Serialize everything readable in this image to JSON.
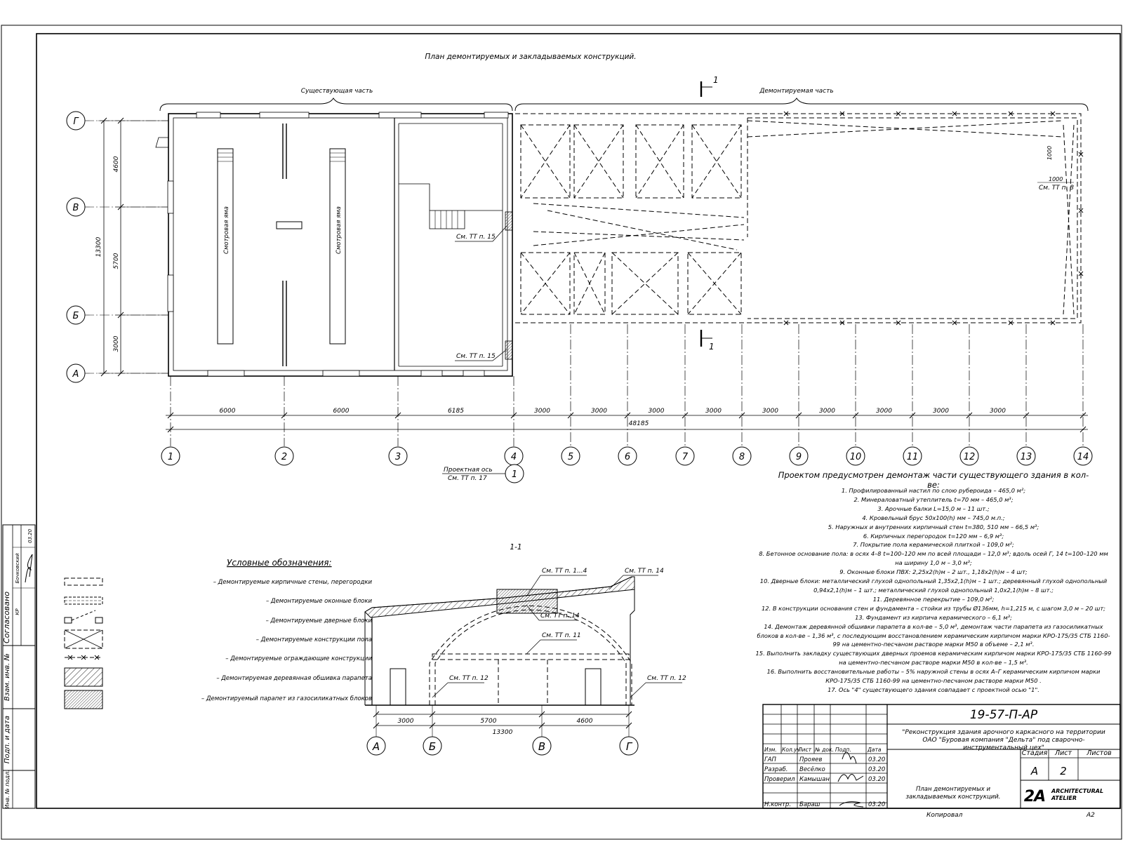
{
  "plan": {
    "title": "План демонтируемых и закладываемых конструкций.",
    "existing_part": "Существующая часть",
    "demolished_part": "Демонтируемая часть",
    "pit": "Смотровая яма",
    "section_mark": "1",
    "axes_letters": [
      "Г",
      "В",
      "Б",
      "А"
    ],
    "axes_numbers": [
      "1",
      "2",
      "3",
      "4",
      "5",
      "6",
      "7",
      "8",
      "9",
      "10",
      "11",
      "12",
      "13",
      "14"
    ],
    "dims_vertical": {
      "total": "13300",
      "d1": "4600",
      "d2": "5700",
      "d3": "3000"
    },
    "dims_horizontal": [
      "6000",
      "6000",
      "6185",
      "3000",
      "3000",
      "3000",
      "3000",
      "3000",
      "3000",
      "3000",
      "3000",
      "3000"
    ],
    "dim_total": "48185",
    "refs": {
      "tt15a": "См. ТТ п. 15",
      "tt15b": "См. ТТ п. 15",
      "tt8_dim": "1000",
      "tt8_dim2": "1000",
      "tt8": "См. ТТ п. 8"
    },
    "project_axis": {
      "line1": "Проектная ось",
      "line2": "См. ТТ п. 17",
      "mark": "1"
    }
  },
  "legend": {
    "title": "Условные обозначения:",
    "items": [
      "– Демонтируемые кирпичные стены, перегородки",
      "– Демонтируемые оконные блоки",
      "– Демонтируемые дверные блоки",
      "– Демонтируемые конструкции пола",
      "– Демонтируемые ограждающие конструкции",
      "– Демонтируемая деревянная обшивка парапета",
      "– Демонтируемый парапет из газосиликатных блоков"
    ]
  },
  "section": {
    "title": "1-1",
    "refs": {
      "r1": "См. ТТ п. 1...4",
      "r14a": "См. ТТ п. 14",
      "r14b": "См. ТТ п. 14",
      "r11": "См. ТТ п. 11",
      "r12a": "См. ТТ п. 12",
      "r12b": "См. ТТ п. 12"
    },
    "dims": [
      "3000",
      "5700",
      "4600"
    ],
    "dim_total": "13300",
    "axes": [
      "А",
      "Б",
      "В",
      "Г"
    ]
  },
  "notes": {
    "title": "Проектом предусмотрен демонтаж части существующего здания в кол-ве:",
    "items": [
      "1. Профилированный настил по слою рубероида – 465,0 м²;",
      "2. Минераловатный утеплитель t=70 мм – 465,0 м³;",
      "3. Арочные балки L=15,0 м – 11 шт.;",
      "4. Кровельный брус 50х100(h) мм – 745,0 м.п.;",
      "5. Наружных и внутренних кирпичный стен t=380, 510 мм – 66,5 м³;",
      "6. Кирпичных перегородок t=120 мм – 6,9 м³;",
      "7. Покрытие пола керамической плиткой – 109,0 м²;",
      "8. Бетонное основание пола: в осях 4–8 t=100–120 мм по всей площади – 12,0 м³; вдоль осей Г, 14 t=100–120 мм на ширину 1,0 м – 3,0 м³;",
      "9. Оконные блоки ПВХ: 2,25х2(h)м – 2 шт., 1,18х2(h)м – 4 шт;",
      "10. Дверные блоки: металлический глухой однопольный 1,35х2,1(h)м – 1 шт.; деревянный глухой однопольный 0,94х2,1(h)м – 1 шт.; металлический глухой однопольный 1,0х2,1(h)м – 8 шт.;",
      "11. Деревянное перекрытие – 109,0 м²;",
      "12. В конструкции основания стен и фундамента – стойки из трубы Ø136мм, h=1,215 м, с шагом 3,0 м – 20 шт;",
      "13. Фундамент из кирпича керамического – 6,1 м³;",
      "14. Демонтаж деревянной обшивки парапета в кол-ве – 5,0 м³, демонтаж части парапета из газосиликатных блоков в кол-ве – 1,36 м³, с последующим восстановлением керамическим кирпичом марки КРО-175/35 СТБ 1160-99 на цементно-песчаном растворе марки М50 в объеме – 2,1 м³.",
      "15. Выполнить закладку существующих дверных проемов керамическим кирпичом марки КРО-175/35 СТБ 1160-99 на цементно-песчаном растворе марки М50 в кол-ве – 1,5 м³.",
      "16. Выполнить восстановительные работы – 5% наружной стены в осях А–Г керамическим кирпичом марки КРО-175/35 СТБ 1160-99 на цементно-песчаном растворе марки М50 .",
      "17. Ось \"4\" существующего здания совпадает с проектной осью \"1\"."
    ]
  },
  "sidebar": {
    "agreed": "Согласовано",
    "kr": "КР",
    "name1": "Бочковский",
    "date1": "03.20",
    "vzam": "Взам. инв. №",
    "podp": "Подп. и дата",
    "inv": "Инв. № подл."
  },
  "stamp": {
    "code": "19-57-П-АР",
    "project": "\"Реконструкция здания арочного каркасного на территории ОАО \"Буровая компания \"Дельта\" под сварочно-инструментальный цех\"",
    "sheet_title": "План демонтируемых и закладываемых конструкций.",
    "headers": [
      "Изм.",
      "Кол.уч",
      "Лист",
      "№ док.",
      "Подп.",
      "Дата"
    ],
    "rows": [
      {
        "role": "ГАП",
        "name": "Прояев",
        "date": "03.20"
      },
      {
        "role": "Разраб.",
        "name": "Весёлко",
        "date": "03.20"
      },
      {
        "role": "Проверил",
        "name": "Камышан",
        "date": "03.20"
      },
      {
        "role": "Н.контр.",
        "name": "Бараш",
        "date": "03.20"
      }
    ],
    "stage_label": "Стадия",
    "sheet_label": "Лист",
    "sheets_label": "Листов",
    "stage": "А",
    "sheet": "2",
    "sheets": "",
    "logo_text1": "ARCHITECTURAL",
    "logo_text2": "ATELIER",
    "copied": "Копировал",
    "format": "A2"
  }
}
